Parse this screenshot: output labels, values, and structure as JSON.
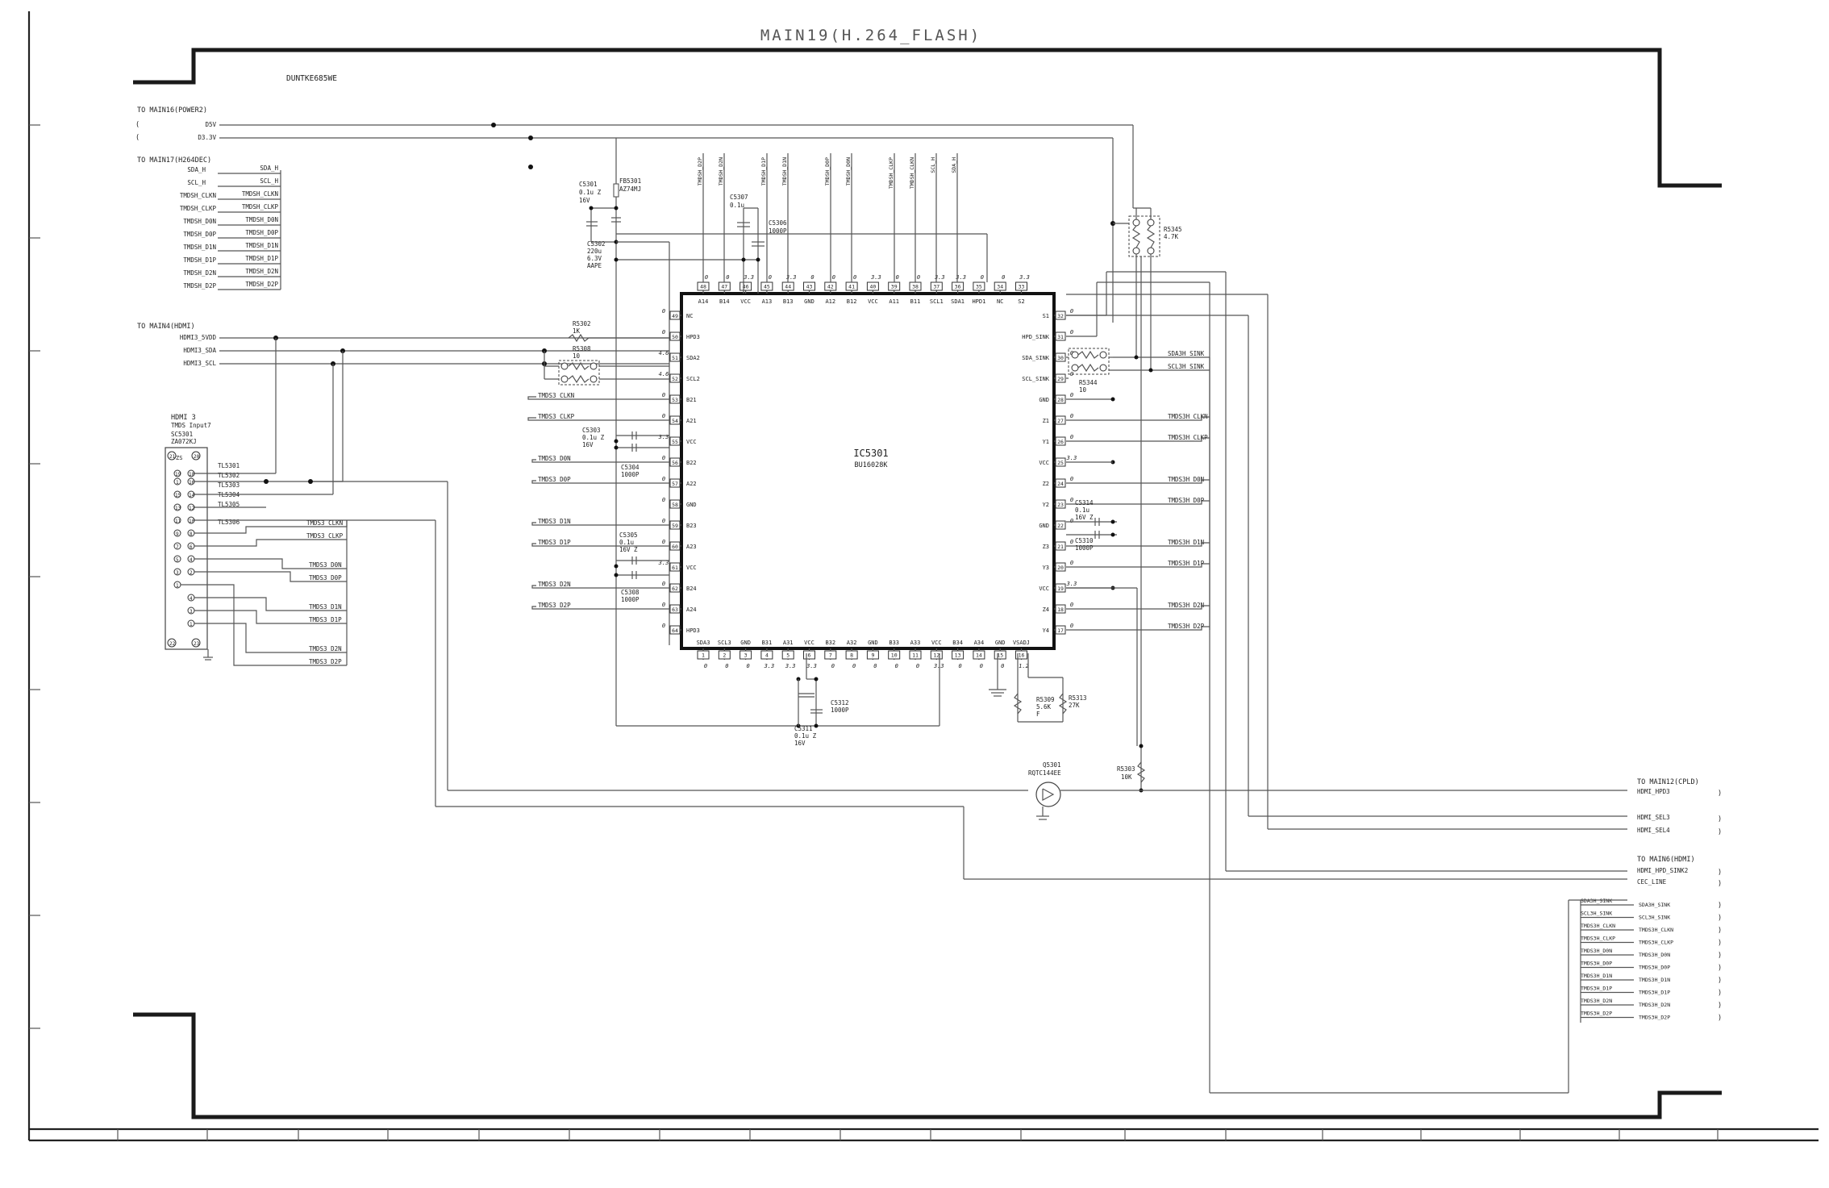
{
  "title": "MAIN19(H.264_FLASH)",
  "model": "DUNTKE685WE",
  "groups": {
    "power": "TO MAIN16(POWER2)",
    "h264dec": "TO MAIN17(H264DEC)",
    "hdmi_in": "TO MAIN4(HDMI)",
    "cpld": "TO MAIN12(CPLD)",
    "hdmi_out": "TO MAIN6(HDMI)"
  },
  "power_nets": [
    "D5V",
    "D3.3V"
  ],
  "h264_nets": [
    {
      "left": "SDA_H",
      "right": "SDA_H"
    },
    {
      "left": "SCL_H",
      "right": "SCL_H"
    },
    {
      "left": "TMDSH_CLKN",
      "right": "TMDSH_CLKN"
    },
    {
      "left": "TMDSH_CLKP",
      "right": "TMDSH_CLKP"
    },
    {
      "left": "TMDSH_D0N",
      "right": "TMDSH_D0N"
    },
    {
      "left": "TMDSH_D0P",
      "right": "TMDSH_D0P"
    },
    {
      "left": "TMDSH_D1N",
      "right": "TMDSH_D1N"
    },
    {
      "left": "TMDSH_D1P",
      "right": "TMDSH_D1P"
    },
    {
      "left": "TMDSH_D2N",
      "right": "TMDSH_D2N"
    },
    {
      "left": "TMDSH_D2P",
      "right": "TMDSH_D2P"
    }
  ],
  "hdmi_nets": [
    "HDMI3_5VDD",
    "HDMI3_SDA",
    "HDMI3_SCL"
  ],
  "hdmi_connector": {
    "title": "HDMI 3",
    "subtitle": "TMDS Input7",
    "ref": "SC5301",
    "part": "ZA072KJ",
    "pins": [
      "19",
      "18",
      "17",
      "16",
      "15",
      "14",
      "13",
      "12",
      "11",
      "10",
      "9",
      "8",
      "7",
      "6",
      "5",
      "4",
      "3",
      "2",
      "1"
    ],
    "mounts": [
      "21",
      "20",
      "22",
      "23"
    ],
    "testpoints": [
      "TL5301",
      "TL5302",
      "TL5303",
      "TL5304",
      "TL5305",
      "TL5306"
    ],
    "tmds": [
      "TMDS3_CLKN",
      "TMDS3_CLKP",
      "TMDS3_D0N",
      "TMDS3_D0P",
      "TMDS3_D1N",
      "TMDS3_D1P",
      "TMDS3_D2N",
      "TMDS3_D2P"
    ]
  },
  "ic": {
    "ref": "IC5301",
    "part": "BU16028K",
    "top_pins": [
      {
        "num": "48",
        "name": "A14",
        "v": "0"
      },
      {
        "num": "47",
        "name": "B14",
        "v": "0"
      },
      {
        "num": "46",
        "name": "VCC",
        "v": "3.3"
      },
      {
        "num": "45",
        "name": "A13",
        "v": "0"
      },
      {
        "num": "44",
        "name": "B13",
        "v": "3.3"
      },
      {
        "num": "43",
        "name": "GND",
        "v": "0"
      },
      {
        "num": "42",
        "name": "A12",
        "v": "0"
      },
      {
        "num": "41",
        "name": "B12",
        "v": "0"
      },
      {
        "num": "40",
        "name": "VCC",
        "v": "3.3"
      },
      {
        "num": "39",
        "name": "A11",
        "v": "0"
      },
      {
        "num": "38",
        "name": "B11",
        "v": "0"
      },
      {
        "num": "37",
        "name": "SCL1",
        "v": "3.3"
      },
      {
        "num": "36",
        "name": "SDA1",
        "v": "3.3"
      },
      {
        "num": "35",
        "name": "HPD1",
        "v": "0"
      },
      {
        "num": "34",
        "name": "NC",
        "v": "0"
      },
      {
        "num": "33",
        "name": "S2",
        "v": "3.3"
      }
    ],
    "left_pins": [
      {
        "num": "49",
        "name": "NC",
        "v": "0"
      },
      {
        "num": "50",
        "name": "HPD3",
        "v": "0"
      },
      {
        "num": "51",
        "name": "SDA2",
        "v": "4.6"
      },
      {
        "num": "52",
        "name": "SCL2",
        "v": "4.6"
      },
      {
        "num": "53",
        "name": "B21",
        "v": "0"
      },
      {
        "num": "54",
        "name": "A21",
        "v": "0"
      },
      {
        "num": "55",
        "name": "VCC",
        "v": "3.3"
      },
      {
        "num": "56",
        "name": "B22",
        "v": "0"
      },
      {
        "num": "57",
        "name": "A22",
        "v": "0"
      },
      {
        "num": "58",
        "name": "GND",
        "v": "0"
      },
      {
        "num": "59",
        "name": "B23",
        "v": "0"
      },
      {
        "num": "60",
        "name": "A23",
        "v": "0"
      },
      {
        "num": "61",
        "name": "VCC",
        "v": "3.3"
      },
      {
        "num": "62",
        "name": "B24",
        "v": "0"
      },
      {
        "num": "63",
        "name": "A24",
        "v": "0"
      },
      {
        "num": "64",
        "name": "HPD3",
        "v": "0"
      }
    ],
    "right_pins": [
      {
        "num": "32",
        "name": "S1",
        "v": "0"
      },
      {
        "num": "31",
        "name": "HPD_SINK",
        "v": "0"
      },
      {
        "num": "30",
        "name": "SDA_SINK",
        "v": "0"
      },
      {
        "num": "29",
        "name": "SCL_SINK",
        "v": "0"
      },
      {
        "num": "28",
        "name": "GND",
        "v": "0"
      },
      {
        "num": "27",
        "name": "Z1",
        "v": "0"
      },
      {
        "num": "26",
        "name": "Y1",
        "v": "0"
      },
      {
        "num": "25",
        "name": "VCC",
        "v": "3.3"
      },
      {
        "num": "24",
        "name": "Z2",
        "v": "0"
      },
      {
        "num": "23",
        "name": "Y2",
        "v": "0"
      },
      {
        "num": "22",
        "name": "GND",
        "v": "0"
      },
      {
        "num": "21",
        "name": "Z3",
        "v": "0"
      },
      {
        "num": "20",
        "name": "Y3",
        "v": "0"
      },
      {
        "num": "19",
        "name": "VCC",
        "v": "3.3"
      },
      {
        "num": "18",
        "name": "Z4",
        "v": "0"
      },
      {
        "num": "17",
        "name": "Y4",
        "v": "0"
      }
    ],
    "bottom_pins": [
      {
        "num": "1",
        "name": "SDA3",
        "v": "0"
      },
      {
        "num": "2",
        "name": "SCL3",
        "v": "0"
      },
      {
        "num": "3",
        "name": "GND",
        "v": "0"
      },
      {
        "num": "4",
        "name": "B31",
        "v": "3.3"
      },
      {
        "num": "5",
        "name": "A31",
        "v": "3.3"
      },
      {
        "num": "6",
        "name": "VCC",
        "v": "3.3"
      },
      {
        "num": "7",
        "name": "B32",
        "v": "0"
      },
      {
        "num": "8",
        "name": "A32",
        "v": "0"
      },
      {
        "num": "9",
        "name": "GND",
        "v": "0"
      },
      {
        "num": "10",
        "name": "B33",
        "v": "0"
      },
      {
        "num": "11",
        "name": "A33",
        "v": "0"
      },
      {
        "num": "12",
        "name": "VCC",
        "v": "3.3"
      },
      {
        "num": "13",
        "name": "B34",
        "v": "0"
      },
      {
        "num": "14",
        "name": "A34",
        "v": "0"
      },
      {
        "num": "15",
        "name": "GND",
        "v": "0"
      },
      {
        "num": "16",
        "name": "VSADJ",
        "v": "1.2"
      }
    ]
  },
  "top_bus_labels": [
    "TMDSH_D2P",
    "TMDSH_D2N",
    "TMDSH_D1P",
    "TMDSH_D1N",
    "TMDSH_D0P",
    "TMDSH_D0N",
    "TMDSH_CLKP",
    "TMDSH_CLKN",
    "SCL_H",
    "SDA_H"
  ],
  "left_side_nets": [
    "TMDS3_CLKN",
    "TMDS3_CLKP",
    "TMDS3_D0N",
    "TMDS3_D0P",
    "TMDS3_D1N",
    "TMDS3_D1P",
    "TMDS3_D2N",
    "TMDS3_D2P"
  ],
  "right_side_nets": [
    "SDA3H_SINK",
    "SCL3H_SINK",
    "TMDS3H_CLKN",
    "TMDS3H_CLKP",
    "TMDS3H_D0N",
    "TMDS3H_D0P",
    "TMDS3H_D1N",
    "TMDS3H_D1P",
    "TMDS3H_D2N",
    "TMDS3H_D2P"
  ],
  "components": {
    "fb5301": [
      "FB5301",
      "AZ74MJ"
    ],
    "c5301": [
      "C5301",
      "0.1u Z",
      "16V"
    ],
    "c5302": [
      "C5302",
      "220u",
      "6.3V",
      "AAPE"
    ],
    "c5307": [
      "C5307",
      "0.1u"
    ],
    "c5306": [
      "C5306",
      "1000P"
    ],
    "r5302": [
      "R5302",
      "1K"
    ],
    "r5308": [
      "R5308",
      "10"
    ],
    "c5303": [
      "C5303",
      "0.1u Z",
      "16V"
    ],
    "c5304": [
      "C5304",
      "1000P"
    ],
    "c5305": [
      "C5305",
      "0.1u",
      "16V Z"
    ],
    "c5308": [
      "C5308",
      "1000P"
    ],
    "r5345": [
      "R5345",
      "4.7K"
    ],
    "r5344": [
      "R5344",
      "10"
    ],
    "c5314": [
      "C5314",
      "0.1u",
      "16V Z"
    ],
    "c5310": [
      "C5310",
      "1000P"
    ],
    "c5311": [
      "C5311",
      "0.1u Z",
      "16V"
    ],
    "c5312": [
      "C5312",
      "1000P"
    ],
    "r5309": [
      "R5309",
      "5.6K",
      "F"
    ],
    "r5313": [
      "R5313",
      "27K"
    ],
    "r5303": [
      "R5303",
      "10K"
    ],
    "q5301": [
      "Q5301",
      "RQTC144EE"
    ]
  },
  "cpld_nets": [
    "HDMI_HPD3",
    "HDMI_SEL3",
    "HDMI_SEL4"
  ],
  "hdmi_out_nets": [
    "HDMI_HPD_SINK2",
    "CEC_LINE"
  ],
  "bottom_bus": [
    {
      "left": "SDA3H_SINK",
      "right": "SDA3H_SINK"
    },
    {
      "left": "SCL3H_SINK",
      "right": "SCL3H_SINK"
    },
    {
      "left": "TMDS3H_CLKN",
      "right": "TMDS3H_CLKN"
    },
    {
      "left": "TMDS3H_CLKP",
      "right": "TMDS3H_CLKP"
    },
    {
      "left": "TMDS3H_D0N",
      "right": "TMDS3H_D0N"
    },
    {
      "left": "TMDS3H_D0P",
      "right": "TMDS3H_D0P"
    },
    {
      "left": "TMDS3H_D1N",
      "right": "TMDS3H_D1N"
    },
    {
      "left": "TMDS3H_D1P",
      "right": "TMDS3H_D1P"
    },
    {
      "left": "TMDS3H_D2N",
      "right": "TMDS3H_D2N"
    },
    {
      "left": "TMDS3H_D2P",
      "right": "TMDS3H_D2P"
    }
  ]
}
